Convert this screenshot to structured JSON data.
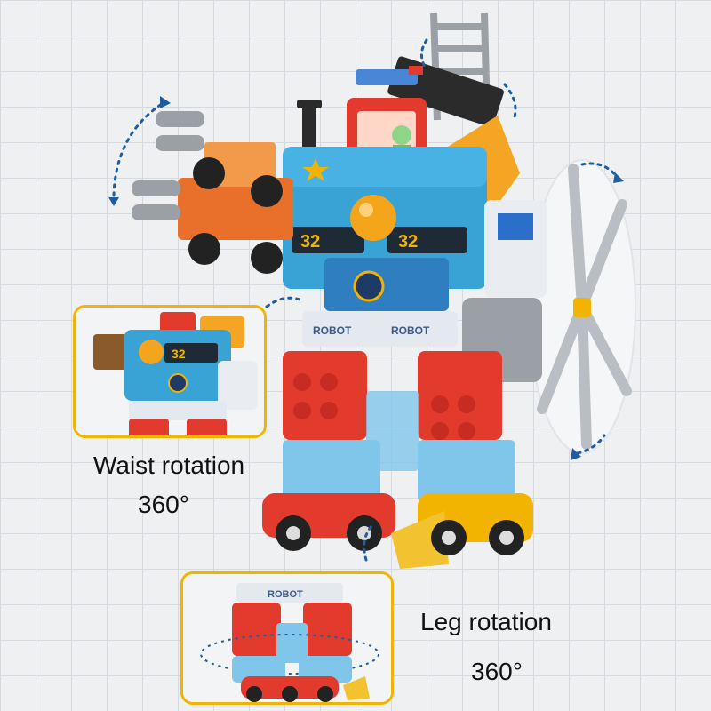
{
  "captions": {
    "waist_title": "Waist rotation",
    "waist_degrees": "360°",
    "leg_title": "Leg rotation",
    "leg_degrees": "360°"
  },
  "robot_labels": {
    "chest_number_left": "32",
    "chest_number_right": "32",
    "waist_text_left": "ROBOT",
    "waist_text_right": "ROBOT"
  },
  "inset_labels": {
    "waist_inset_number": "32",
    "leg_inset_text": "ROBOT"
  },
  "colors": {
    "accent_yellow": "#f2b400",
    "robot_blue": "#3aa3d6",
    "robot_red": "#e23b2e",
    "arrow_blue": "#1f5d9e"
  }
}
